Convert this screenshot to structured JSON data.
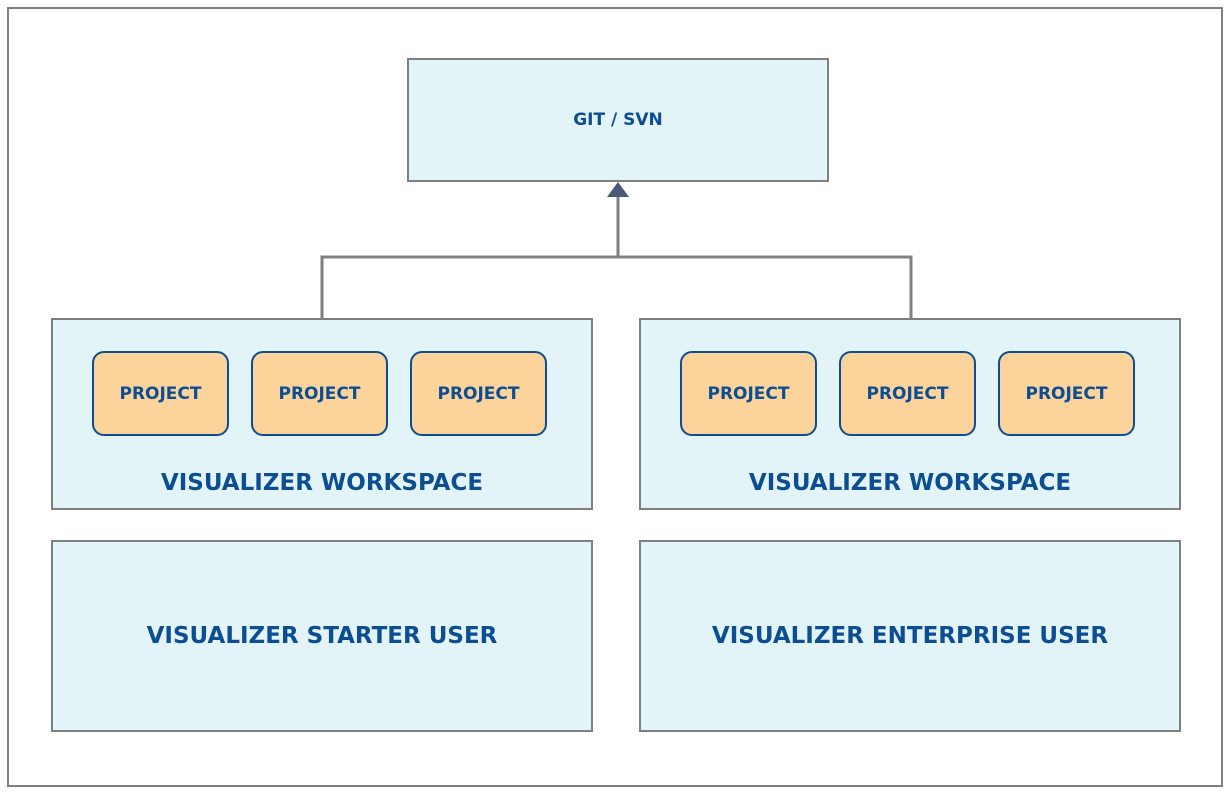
{
  "repository": {
    "label": "GIT / SVN"
  },
  "workspaces": [
    {
      "label": "VISUALIZER WORKSPACE",
      "projects": [
        "PROJECT",
        "PROJECT",
        "PROJECT"
      ]
    },
    {
      "label": "VISUALIZER WORKSPACE",
      "projects": [
        "PROJECT",
        "PROJECT",
        "PROJECT"
      ]
    }
  ],
  "users": [
    {
      "label": "VISUALIZER STARTER USER"
    },
    {
      "label": "VISUALIZER ENTERPRISE USER"
    }
  ],
  "colors": {
    "box_fill": "#e2f4f8",
    "project_fill": "#fbd39b",
    "text": "#0d4d91",
    "border": "#7f7f7f",
    "arrow": "#4a5878"
  }
}
